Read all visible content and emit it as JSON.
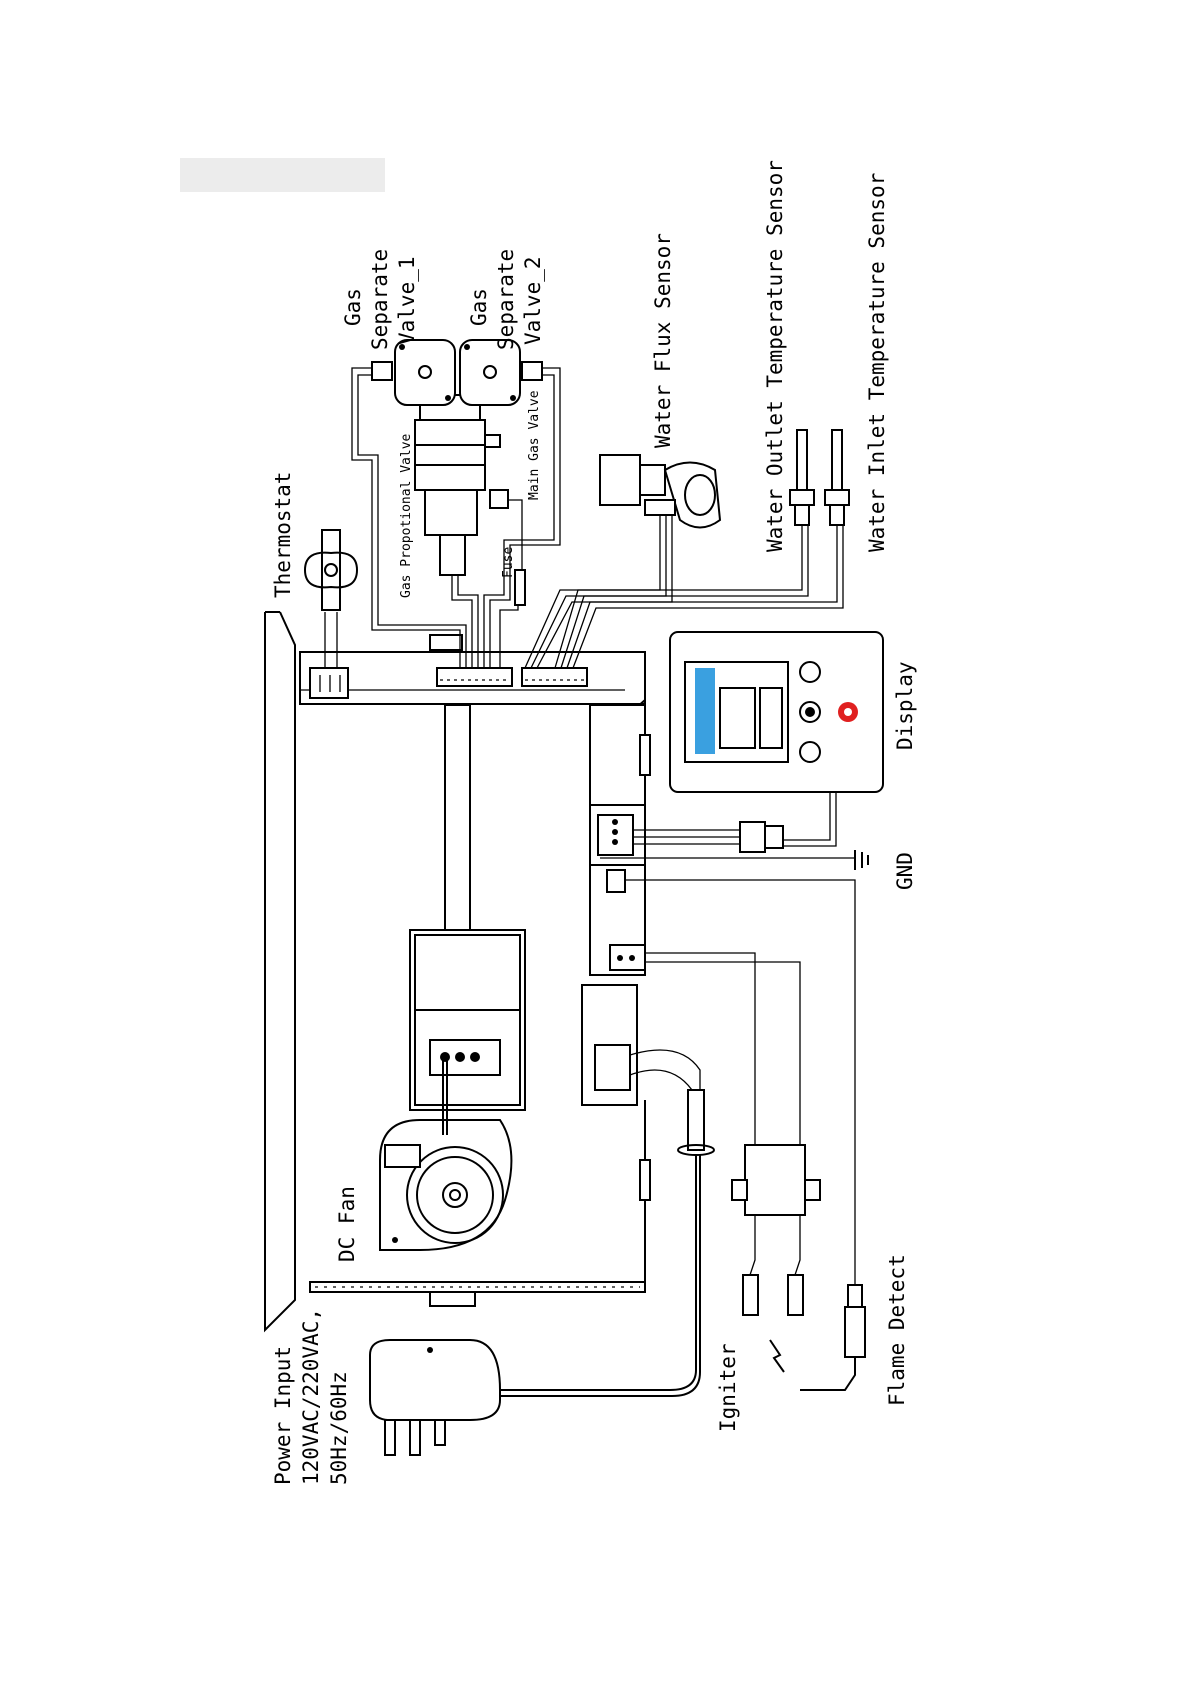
{
  "header": {
    "title_bar": ""
  },
  "labels": {
    "thermostat": "Thermostat",
    "gas_prop_valve": "Gas Propotional Valve",
    "fuse": "Fuse",
    "main_gas_valve": "Main Gas Valve",
    "gas_sep_1": [
      "Gas",
      "Separate",
      "Valve_1"
    ],
    "gas_sep_2": [
      "Gas",
      "Separate",
      "Valve_2"
    ],
    "water_flux": "Water Flux Sensor",
    "water_outlet": "Water Outlet Temperature Sensor",
    "water_inlet": "Water Inlet Temperature Sensor",
    "display": "Display",
    "gnd": "GND",
    "dc_fan": "DC Fan",
    "power_input": [
      "Power Input",
      "120VAC/220VAC,",
      "50Hz/60Hz"
    ],
    "igniter": "Igniter",
    "flame_detect": "Flame Detect"
  },
  "colors": {
    "display_led": "#e02020",
    "display_lcd": "#3aa0e0"
  }
}
